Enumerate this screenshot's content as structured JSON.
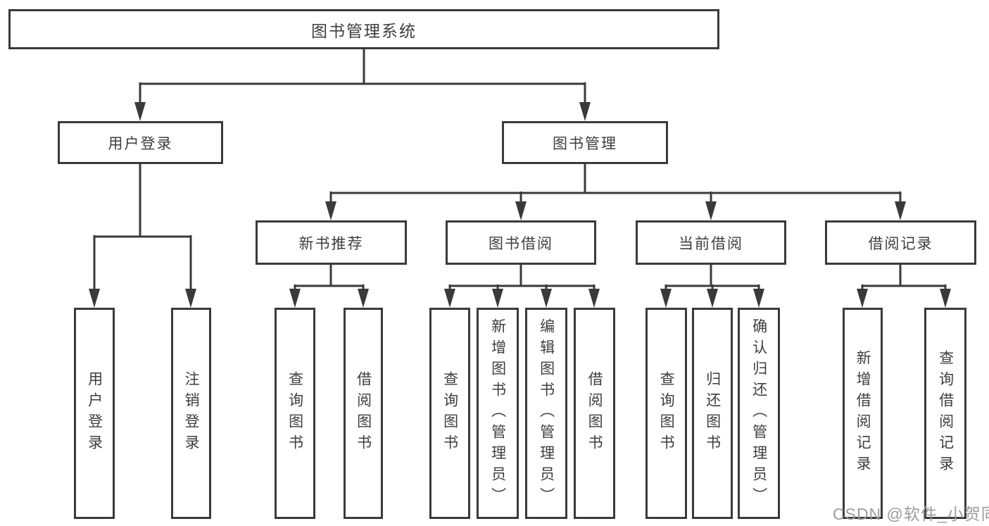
{
  "root": {
    "label": "图书管理系统"
  },
  "branches": [
    {
      "label": "用户登录",
      "children": [
        {
          "label": "用户登录"
        },
        {
          "label": "注销登录"
        }
      ]
    },
    {
      "label": "图书管理",
      "children": [
        {
          "label": "新书推荐",
          "children": [
            {
              "label": "查询图书"
            },
            {
              "label": "借阅图书"
            }
          ]
        },
        {
          "label": "图书借阅",
          "children": [
            {
              "label": "查询图书"
            },
            {
              "label": "新增图书（管理员）"
            },
            {
              "label": "编辑图书（管理员）"
            },
            {
              "label": "借阅图书"
            }
          ]
        },
        {
          "label": "当前借阅",
          "children": [
            {
              "label": "查询图书"
            },
            {
              "label": "归还图书"
            },
            {
              "label": "确认归还（管理员）"
            }
          ]
        },
        {
          "label": "借阅记录",
          "children": [
            {
              "label": "新增借阅记录"
            },
            {
              "label": "查询借阅记录"
            }
          ]
        }
      ]
    }
  ],
  "watermark": "CSDN @软件_小贺同学",
  "colors": {
    "line": "#3a3a3a",
    "border": "#3a3a3a",
    "text": "#3e3e3e",
    "watermark": "#9c9c9c",
    "background": "#ffffff"
  }
}
